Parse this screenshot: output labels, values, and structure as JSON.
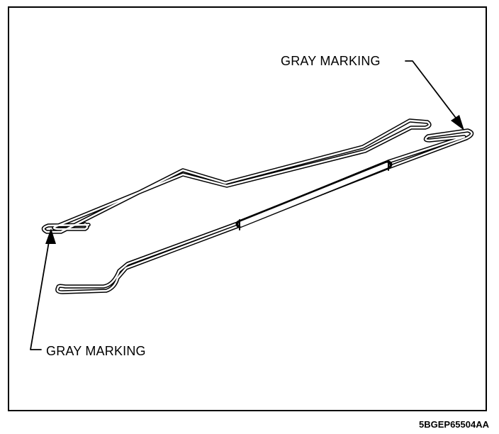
{
  "labels": {
    "top": "GRAY MARKING",
    "bottom": "GRAY MARKING"
  },
  "figure_code": "5BGEP65504AA",
  "colors": {
    "ink": "#000000",
    "paper": "#ffffff"
  }
}
